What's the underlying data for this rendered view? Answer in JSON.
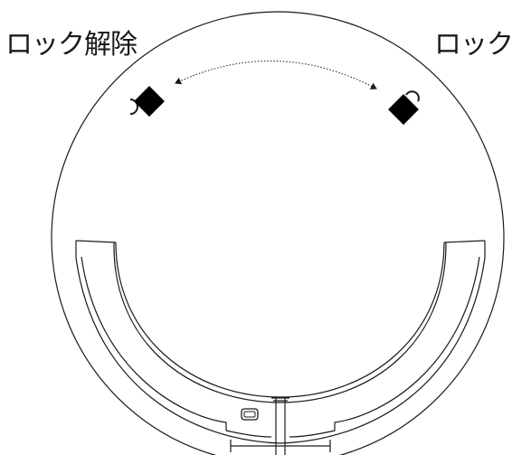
{
  "labels": {
    "unlock": "ロック解除",
    "lock": "ロック"
  },
  "colors": {
    "line": "#1a1a1a",
    "fill": "#000000",
    "background": "#ffffff"
  },
  "icons": {
    "unlocked": "padlock-open-icon",
    "locked": "padlock-closed-icon",
    "arrow": "double-headed-dotted-arrow"
  }
}
